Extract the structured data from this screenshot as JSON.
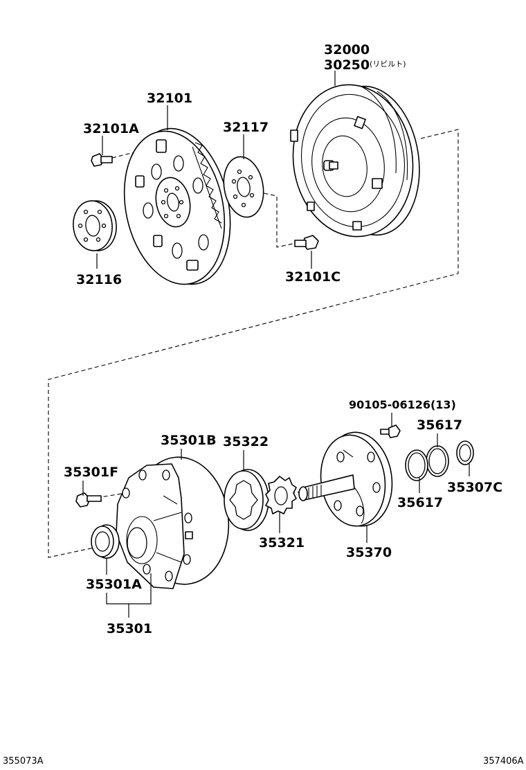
{
  "labels": {
    "p32000": "32000",
    "p30250": "30250",
    "p30250_note": "(リビルト)",
    "p32101": "32101",
    "p32101A": "32101A",
    "p32117": "32117",
    "p32116": "32116",
    "p32101C": "32101C",
    "p90105": "90105-06126(13)",
    "p35617a": "35617",
    "p35617b": "35617",
    "p35307C": "35307C",
    "p35301B": "35301B",
    "p35322": "35322",
    "p35301F": "35301F",
    "p35321": "35321",
    "p35370": "35370",
    "p35301A": "35301A",
    "p35301": "35301"
  },
  "footer": {
    "left_code": "355073A",
    "right_code": "357406A"
  }
}
